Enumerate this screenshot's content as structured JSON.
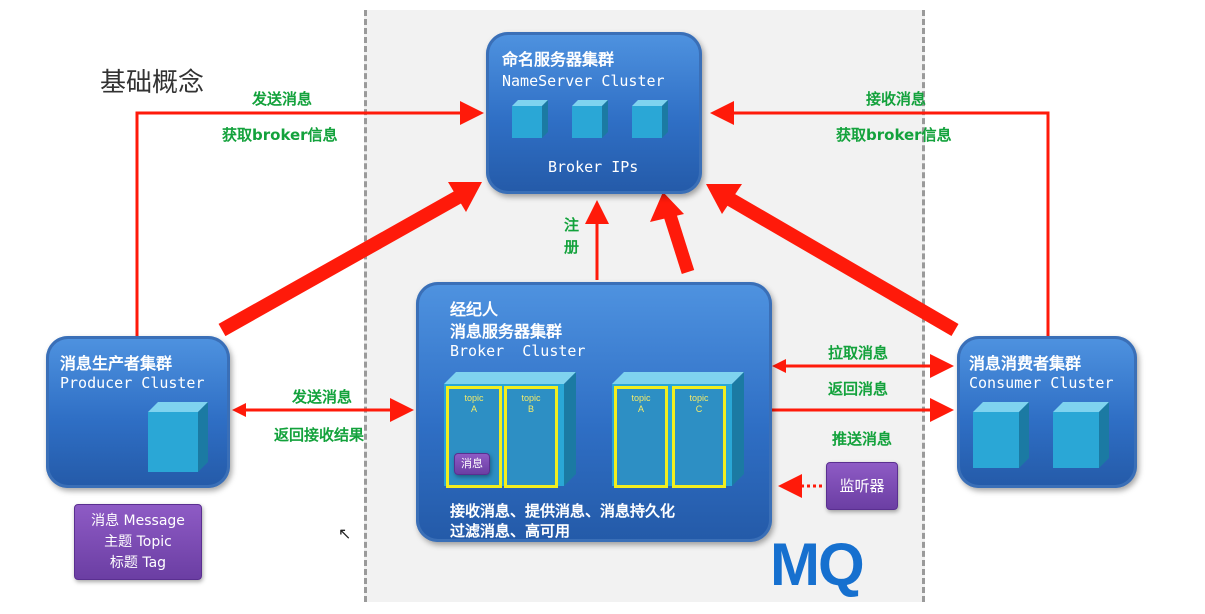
{
  "title": "基础概念",
  "nameserver": {
    "cn": "命名服务器集群",
    "en": "NameServer Cluster",
    "sub": "Broker IPs"
  },
  "producer": {
    "cn": "消息生产者集群",
    "en": "Producer Cluster"
  },
  "consumer": {
    "cn": "消息消费者集群",
    "en": "Consumer Cluster"
  },
  "broker": {
    "cn1": "经纪人",
    "cn2": "消息服务器集群",
    "en": "Broker  Cluster",
    "features1": "接收消息、提供消息、消息持久化",
    "features2": "过滤消息、高可用",
    "message_box": "消息",
    "topics": [
      {
        "line1": "topic",
        "line2": "A"
      },
      {
        "line1": "topic",
        "line2": "B"
      },
      {
        "line1": "topic",
        "line2": "A"
      },
      {
        "line1": "topic",
        "line2": "C"
      }
    ]
  },
  "concepts": {
    "line1": "消息 Message",
    "line2": "主题 Topic",
    "line3": "标题 Tag"
  },
  "listener": "监听器",
  "mq_label": "MQ",
  "edge_labels": {
    "producer_send_to_ns": "发送消息",
    "producer_get_broker": "获取broker信息",
    "consumer_receive_ns": "接收消息",
    "consumer_get_broker": "获取broker信息",
    "register": "注\n册",
    "producer_send": "发送消息",
    "producer_return": "返回接收结果",
    "consumer_pull": "拉取消息",
    "consumer_return": "返回消息",
    "consumer_push": "推送消息"
  },
  "colors": {
    "arrow": "#ff1a0a",
    "label_green": "#13a23c",
    "box_blue": "#2f6fc5",
    "topic_yellow": "#f2ee1e",
    "purple": "#7a47b3",
    "mq_blue": "#1670cf"
  }
}
